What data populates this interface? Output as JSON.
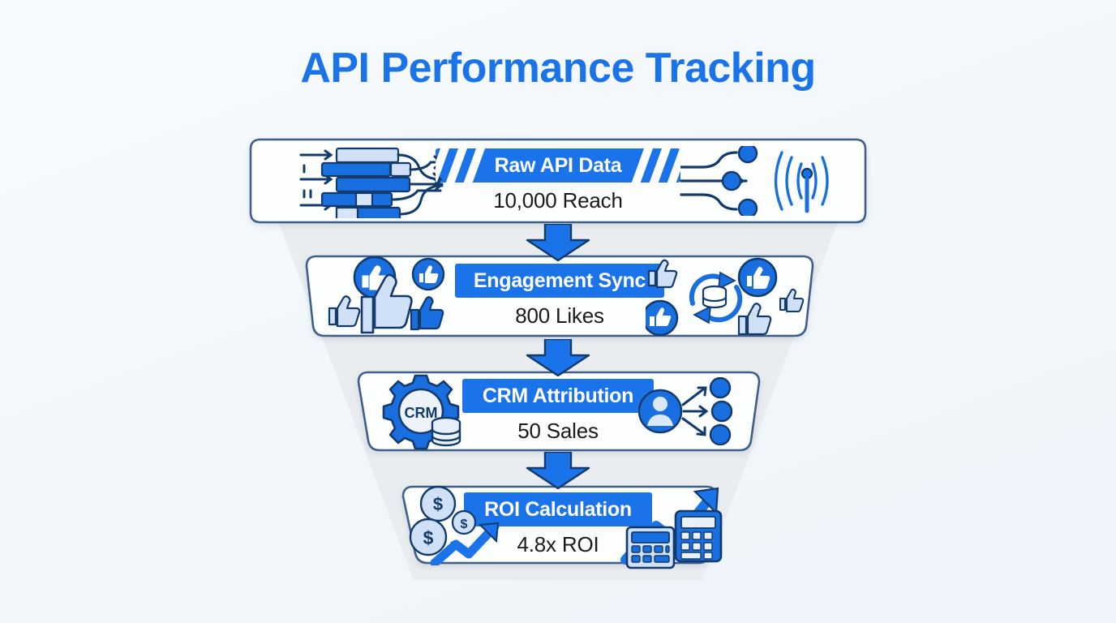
{
  "page": {
    "title": "API Performance Tracking",
    "background_color": "#f4f9fc",
    "accent_color": "#1a73e8",
    "outline_color": "#2a4a77",
    "funnel_fill_color": "#e8ebee"
  },
  "funnel": {
    "stages": [
      {
        "label": "Raw API Data",
        "metric": "10,000 Reach",
        "icon_left": "data-pipeline-icon",
        "icon_right": "broadcast-antenna-icon"
      },
      {
        "label": "Engagement Sync",
        "metric": "800 Likes",
        "icon_left": "thumbs-up-cluster-icon",
        "icon_right": "database-sync-icon"
      },
      {
        "label": "CRM Attribution",
        "metric": "50 Sales",
        "icon_left": "crm-gear-database-icon",
        "icon_right": "user-network-icon"
      },
      {
        "label": "ROI Calculation",
        "metric": "4.8x ROI",
        "icon_left": "money-growth-icon",
        "icon_right": "calculator-growth-icon"
      }
    ],
    "connectors": [
      {
        "name": "connector-arrow-1"
      },
      {
        "name": "connector-arrow-2"
      },
      {
        "name": "connector-arrow-3"
      }
    ]
  },
  "chart_data": {
    "type": "funnel",
    "title": "API Performance Tracking",
    "stages": [
      {
        "label": "Raw API Data",
        "metric_label": "10,000 Reach",
        "value": 10000,
        "unit": "Reach"
      },
      {
        "label": "Engagement Sync",
        "metric_label": "800 Likes",
        "value": 800,
        "unit": "Likes"
      },
      {
        "label": "CRM Attribution",
        "metric_label": "50 Sales",
        "value": 50,
        "unit": "Sales"
      },
      {
        "label": "ROI Calculation",
        "metric_label": "4.8x ROI",
        "value": 4.8,
        "unit": "x ROI"
      }
    ]
  }
}
